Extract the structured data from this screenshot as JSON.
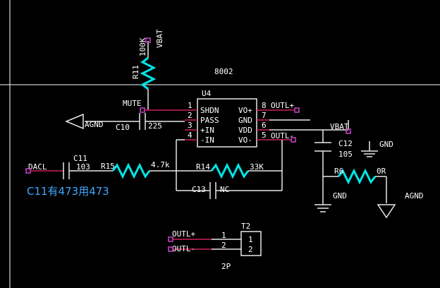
{
  "schematic": {
    "ic_u4": {
      "ref": "U4",
      "part": "8002",
      "pins_left": [
        {
          "num": "1",
          "name": "SHDN"
        },
        {
          "num": "2",
          "name": "PASS"
        },
        {
          "num": "3",
          "name": "+IN"
        },
        {
          "num": "4",
          "name": "-IN"
        }
      ],
      "pins_right": [
        {
          "num": "8",
          "name": "VO+"
        },
        {
          "num": "7",
          "name": "GND"
        },
        {
          "num": "6",
          "name": "VDD"
        },
        {
          "num": "5",
          "name": "VO-"
        }
      ]
    },
    "r11": {
      "ref": "R11",
      "value": "100K"
    },
    "r15": {
      "ref": "R15",
      "value": "4.7k"
    },
    "r14": {
      "ref": "R14",
      "value": "33K"
    },
    "r6": {
      "ref": "R6",
      "value": "0R"
    },
    "c10": {
      "ref": "C10",
      "value": "225"
    },
    "c11": {
      "ref": "C11",
      "value": "103"
    },
    "c12": {
      "ref": "C12",
      "value": "105"
    },
    "c13": {
      "ref": "C13",
      "value": "NC"
    },
    "t2": {
      "ref": "T2",
      "value": "2P",
      "pins": [
        "1",
        "2"
      ],
      "inner": [
        "1",
        "2"
      ]
    },
    "nets": {
      "vbat_top": "VBAT",
      "vbat_right": "VBAT",
      "mute": "MUTE",
      "agnd_left": "AGND",
      "agnd_right": "AGND",
      "dacl": "DACL",
      "outl_plus": "OUTL+",
      "outl_minus": "OUTL-",
      "gnd_cap": "GND",
      "gnd_r6": "GND",
      "t2_outl_plus": "OUTL+",
      "t2_outl_minus": "OUTL-"
    },
    "note": "C11有473用473"
  },
  "colors": {
    "wire": "#00cccc",
    "component": "#e8e8e8",
    "resistor": "#00e5e5",
    "pin": "#cc2060",
    "port": "#cc44cc",
    "text": "#ffffff",
    "note": "#3fa7ff",
    "cursor": "#ffffff"
  }
}
